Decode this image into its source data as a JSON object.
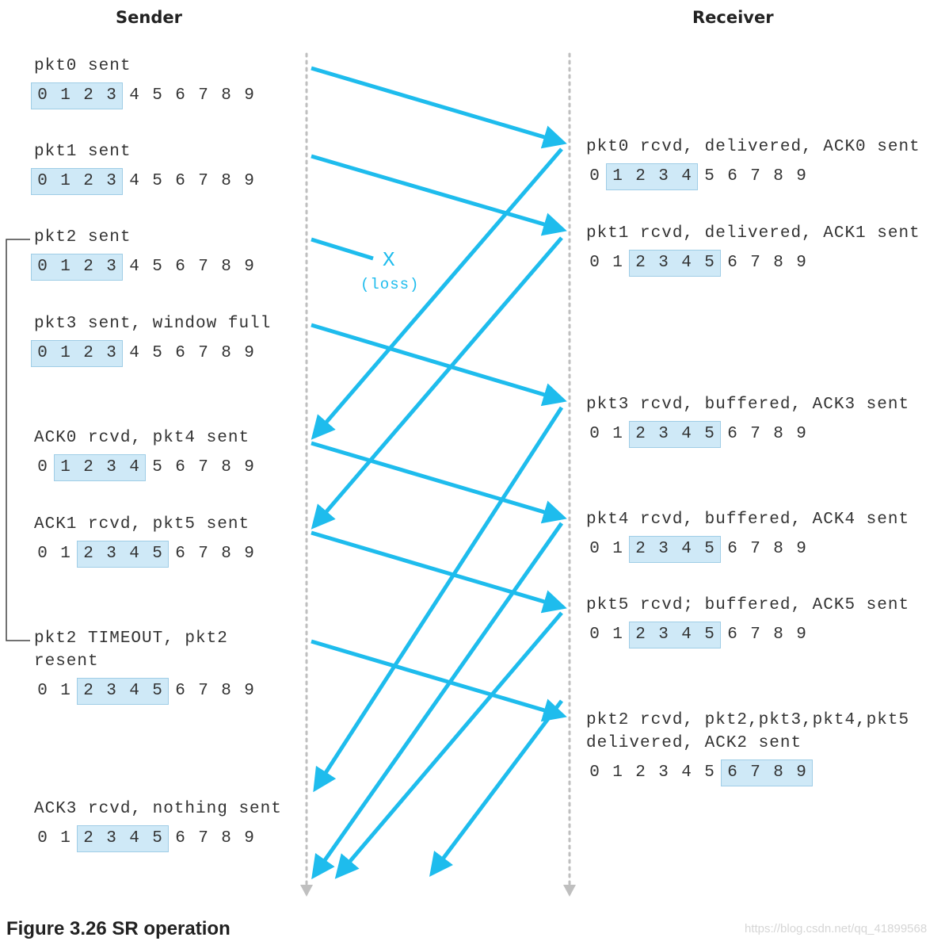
{
  "headers": {
    "sender": "Sender",
    "receiver": "Receiver"
  },
  "colors": {
    "arrow": "#1ebced",
    "window_fill": "#cfe9f7",
    "timeline": "#bfbfbf",
    "loss": "#1ebced"
  },
  "loss": {
    "mark": "X",
    "label": "(loss)"
  },
  "sender_events": [
    {
      "lines": [
        "pkt0 sent"
      ],
      "seq": [
        "0",
        "1",
        "2",
        "3",
        "4",
        "5",
        "6",
        "7",
        "8",
        "9"
      ],
      "window": [
        0,
        3
      ]
    },
    {
      "lines": [
        "pkt1 sent"
      ],
      "seq": [
        "0",
        "1",
        "2",
        "3",
        "4",
        "5",
        "6",
        "7",
        "8",
        "9"
      ],
      "window": [
        0,
        3
      ]
    },
    {
      "lines": [
        "pkt2 sent"
      ],
      "seq": [
        "0",
        "1",
        "2",
        "3",
        "4",
        "5",
        "6",
        "7",
        "8",
        "9"
      ],
      "window": [
        0,
        3
      ]
    },
    {
      "lines": [
        "pkt3 sent, window full"
      ],
      "seq": [
        "0",
        "1",
        "2",
        "3",
        "4",
        "5",
        "6",
        "7",
        "8",
        "9"
      ],
      "window": [
        0,
        3
      ]
    },
    {
      "lines": [
        "ACK0 rcvd, pkt4 sent"
      ],
      "seq": [
        "0",
        "1",
        "2",
        "3",
        "4",
        "5",
        "6",
        "7",
        "8",
        "9"
      ],
      "window": [
        1,
        4
      ]
    },
    {
      "lines": [
        "ACK1 rcvd, pkt5 sent"
      ],
      "seq": [
        "0",
        "1",
        "2",
        "3",
        "4",
        "5",
        "6",
        "7",
        "8",
        "9"
      ],
      "window": [
        2,
        5
      ]
    },
    {
      "lines": [
        "pkt2 TIMEOUT, pkt2",
        "resent"
      ],
      "seq": [
        "0",
        "1",
        "2",
        "3",
        "4",
        "5",
        "6",
        "7",
        "8",
        "9"
      ],
      "window": [
        2,
        5
      ]
    },
    {
      "lines": [
        "ACK3 rcvd, nothing sent"
      ],
      "seq": [
        "0",
        "1",
        "2",
        "3",
        "4",
        "5",
        "6",
        "7",
        "8",
        "9"
      ],
      "window": [
        2,
        5
      ]
    }
  ],
  "receiver_events": [
    {
      "lines": [
        "pkt0 rcvd, delivered, ACK0 sent"
      ],
      "seq": [
        "0",
        "1",
        "2",
        "3",
        "4",
        "5",
        "6",
        "7",
        "8",
        "9"
      ],
      "window": [
        1,
        4
      ]
    },
    {
      "lines": [
        "pkt1 rcvd, delivered, ACK1 sent"
      ],
      "seq": [
        "0",
        "1",
        "2",
        "3",
        "4",
        "5",
        "6",
        "7",
        "8",
        "9"
      ],
      "window": [
        2,
        5
      ]
    },
    {
      "lines": [
        "pkt3 rcvd, buffered, ACK3 sent"
      ],
      "seq": [
        "0",
        "1",
        "2",
        "3",
        "4",
        "5",
        "6",
        "7",
        "8",
        "9"
      ],
      "window": [
        2,
        5
      ]
    },
    {
      "lines": [
        "pkt4 rcvd, buffered, ACK4 sent"
      ],
      "seq": [
        "0",
        "1",
        "2",
        "3",
        "4",
        "5",
        "6",
        "7",
        "8",
        "9"
      ],
      "window": [
        2,
        5
      ]
    },
    {
      "lines": [
        "pkt5 rcvd; buffered, ACK5 sent"
      ],
      "seq": [
        "0",
        "1",
        "2",
        "3",
        "4",
        "5",
        "6",
        "7",
        "8",
        "9"
      ],
      "window": [
        2,
        5
      ]
    },
    {
      "lines": [
        "pkt2 rcvd, pkt2,pkt3,pkt4,pkt5",
        "delivered, ACK2 sent"
      ],
      "seq": [
        "0",
        "1",
        "2",
        "3",
        "4",
        "5",
        "6",
        "7",
        "8",
        "9"
      ],
      "window": [
        6,
        9
      ]
    }
  ],
  "caption": "Figure 3.26 SR operation",
  "watermark": "https://blog.csdn.net/qq_41899568"
}
